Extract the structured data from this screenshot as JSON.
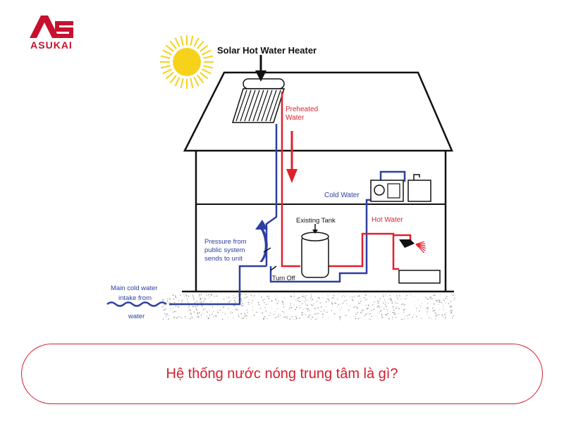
{
  "brand": {
    "name": "ASUKAI",
    "logo_mark": "AS",
    "color": "#c8102e"
  },
  "diagram": {
    "title": "Solar Hot Water Heater",
    "labels": {
      "preheated_1": "Preheated",
      "preheated_2": "Water",
      "cold_water": "Cold Water",
      "hot_water": "Hot Water",
      "existing_tank": "Existing Tank",
      "pressure_1": "Pressure from",
      "pressure_2": "public  system",
      "pressure_3": "sends to unit",
      "turn_off": "Turn Off",
      "main_1": "Main cold water",
      "main_2": "intake from",
      "main_3": "water"
    },
    "colors": {
      "cold": "#2e3f9e",
      "hot": "#e0202c",
      "sun": "#f6d21a",
      "ink": "#111111"
    }
  },
  "caption": {
    "text": "Hệ thống nước nóng trung tâm là gì?",
    "color": "#d2202f"
  }
}
